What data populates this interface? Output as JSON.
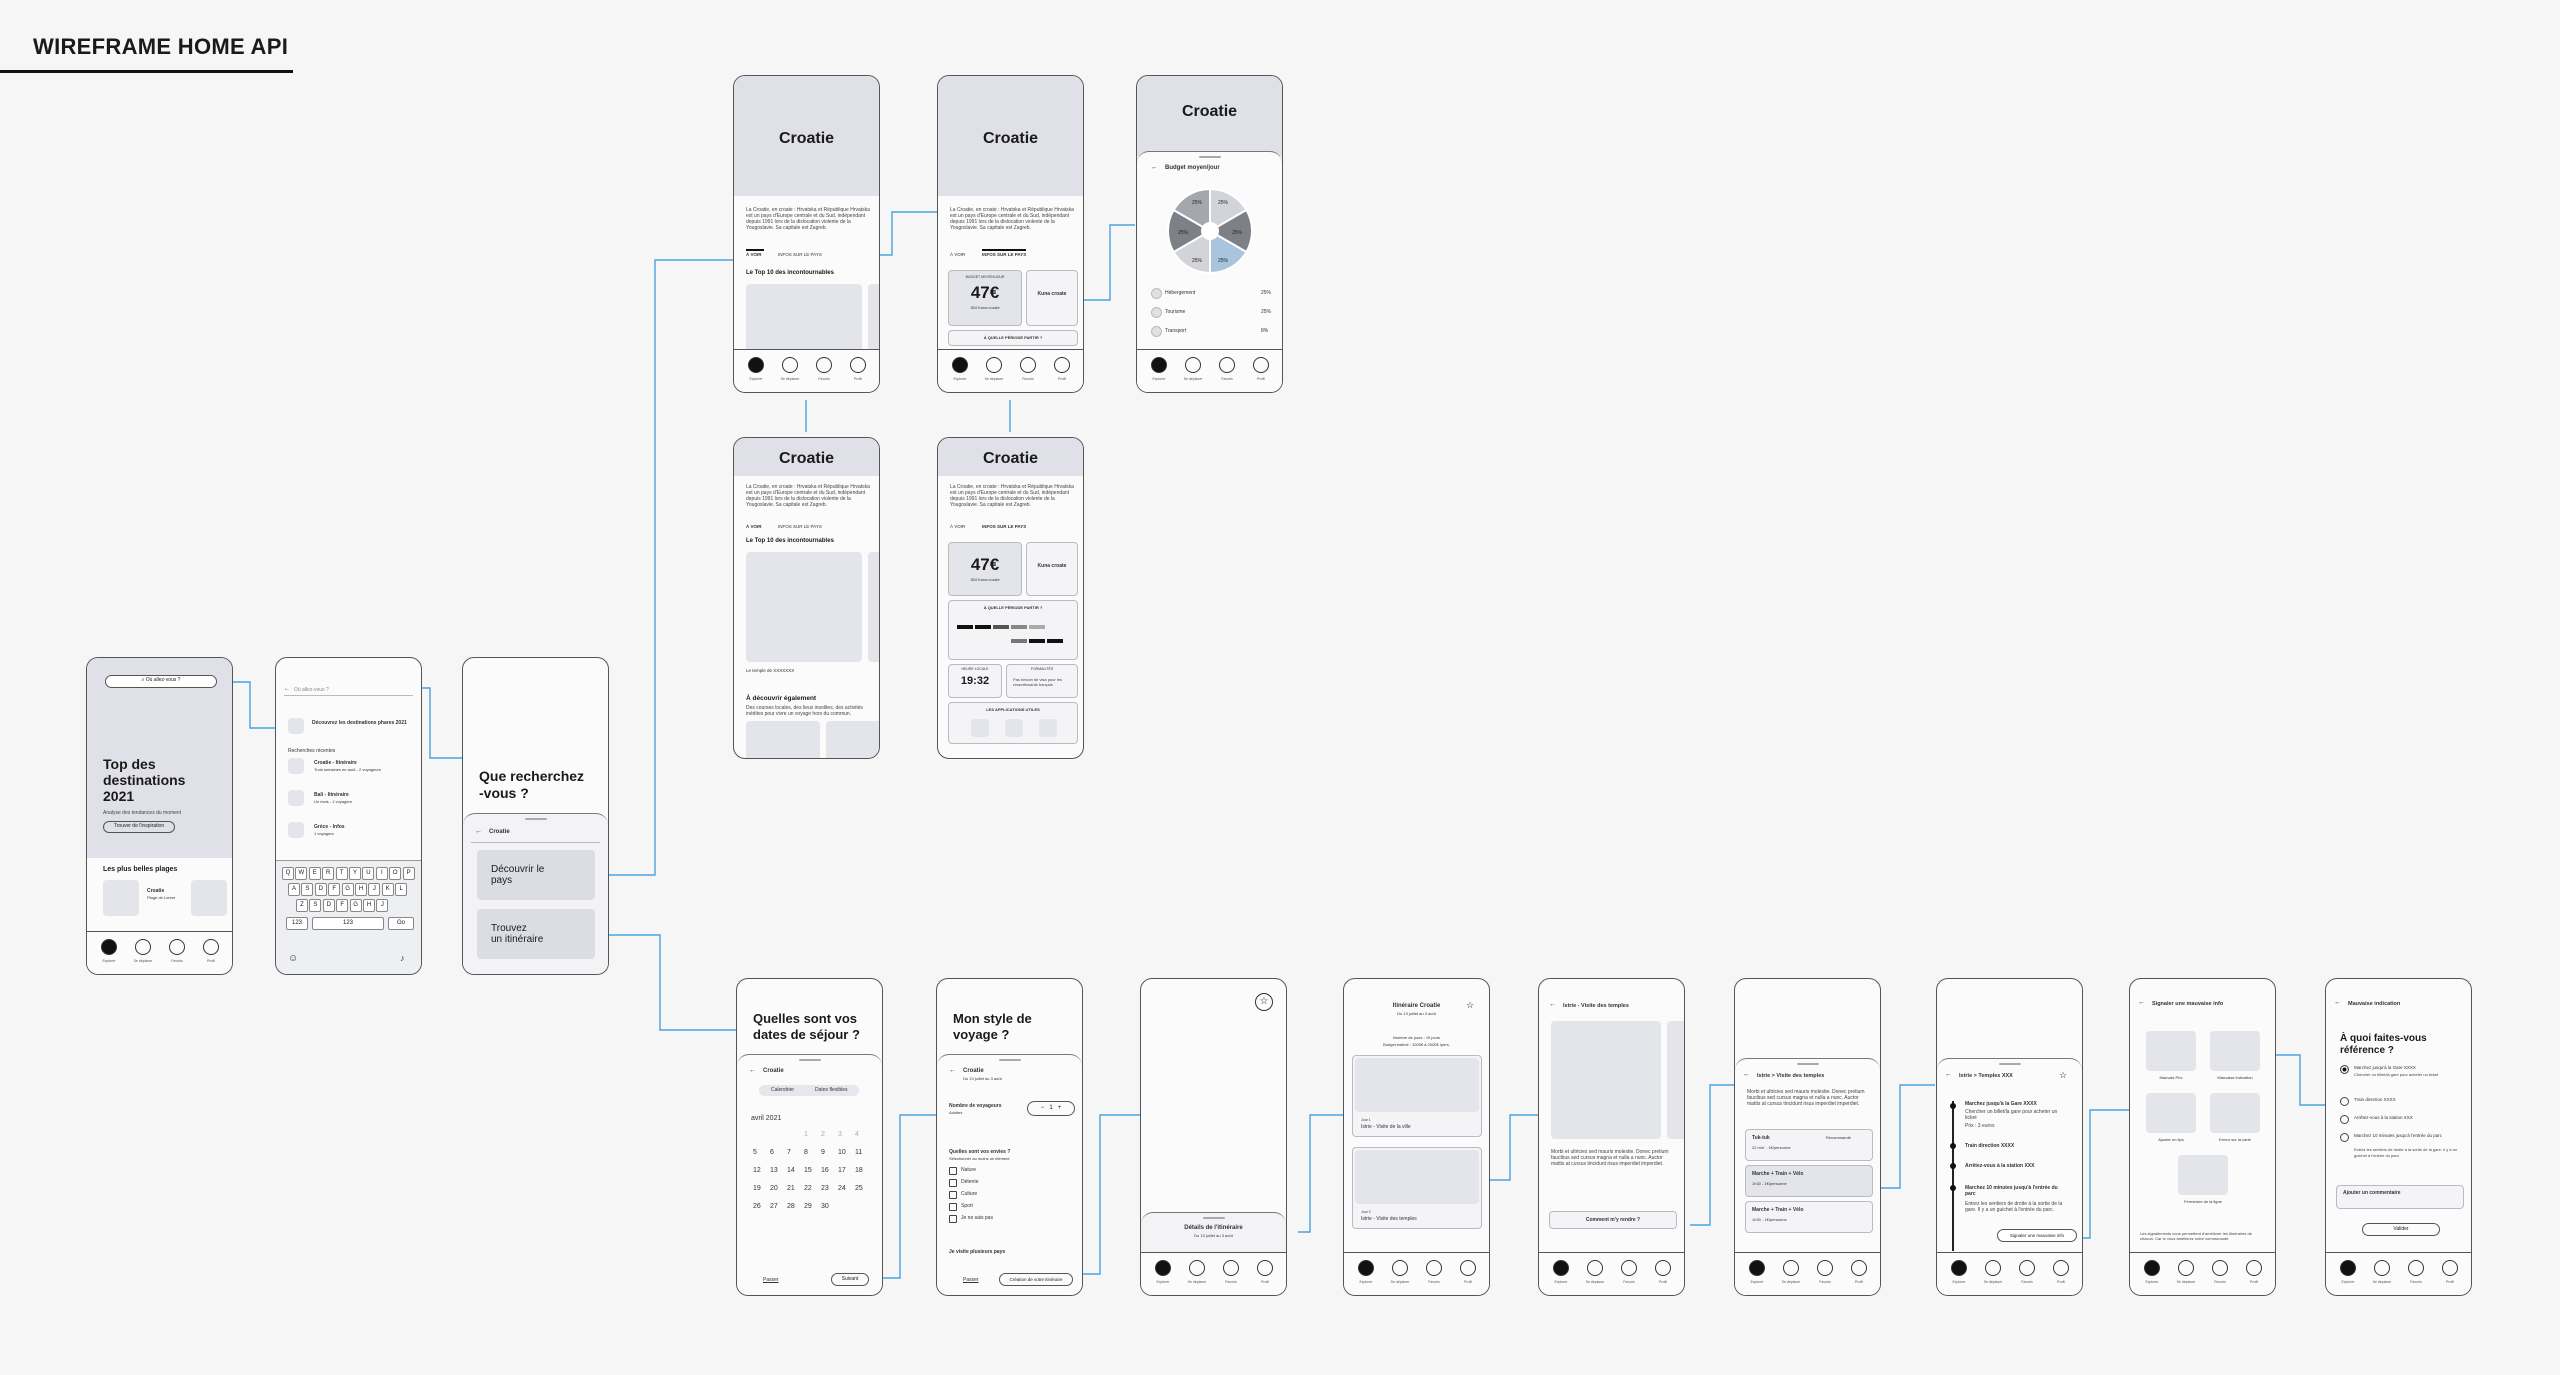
{
  "page": {
    "title": "WIREFRAME HOME API"
  },
  "screens": {
    "home": {
      "search": "Où allez-vous ?",
      "title_lines": [
        "Top des",
        "destinations",
        "2021"
      ],
      "subtitle": "Analyse des tendances du moment",
      "cta": "Trouver de l'inspiration",
      "section": "Les plus belles plages",
      "card_title": "Croatie",
      "card_sub": "Plage de Lorem"
    },
    "search": {
      "placeholder": "Où allez-vous ?",
      "top_item": "Découvrez les destinations phares 2021",
      "recent_label": "Recherches récentes",
      "recents": [
        {
          "title": "Croatie - Itinéraire",
          "sub": "Trois semaines en août - 2 voyageurs"
        },
        {
          "title": "Bali - Itinéraire",
          "sub": "Un mois - 1 voyageur"
        },
        {
          "title": "Grèce - Infos",
          "sub": "1 voyageur"
        }
      ],
      "kb_rows": [
        "QWERTYUIOP",
        "ASDFGHJKL",
        "ZSDFGHJ"
      ],
      "kb_bottom": [
        "123",
        "123",
        "Go"
      ]
    },
    "que": {
      "question": [
        "Que recherchez",
        "-vous ?"
      ],
      "back": "Croatie",
      "opt1": [
        "Découvrir le",
        "pays"
      ],
      "opt2": [
        "Trouvez",
        "un itinéraire"
      ]
    },
    "country_a": {
      "title": "Croatie",
      "lorem": "La Croatie, en croate : Hrvatska et République Hrvatska est un pays d'Europe centrale et du Sud, indépendant depuis 1991 lors de la dislocation violente de la Yougoslavie. Sa capitale est Zagreb.",
      "tab1": "À VOIR",
      "tab2": "INFOS SUR LE PAYS",
      "section": "Le Top 10 des incontournables"
    },
    "country_b": {
      "title": "Croatie",
      "budget_label": "BUDGET MOYEN/JOUR",
      "budget": "47€",
      "budget_sub": "354 Kuna croate",
      "kuna": "Kuna croate",
      "period": "À QUELLE PÉRIODE PARTIR ?",
      "number": "47"
    },
    "budget": {
      "title": "Croatie",
      "sheet_title": "Budget moyen/jour",
      "pie": [
        "25%",
        "25%",
        "25%",
        "25%",
        "25%",
        "25%"
      ],
      "legend": [
        {
          "label": "Hébergement",
          "pct": "25%"
        },
        {
          "label": "Tourisme",
          "pct": "25%"
        },
        {
          "label": "Transport",
          "pct": "8%"
        }
      ]
    },
    "country_c": {
      "title": "Croatie",
      "caption": "Le temple de XXXXXXX",
      "also": "À découvrir également",
      "also_sub": "Des courses locales, des lieux insolites, des activités inédites pour vivre un voyage hors du commun."
    },
    "country_d": {
      "title": "Croatie",
      "budget": "47€",
      "budget_sub": "354 Kuna croate",
      "kuna": "Kuna croate",
      "period": "À QUELLE PÉRIODE PARTIR ?",
      "time": "19:32",
      "time_label": "HEURE LOCALE",
      "visa_label": "FORMALITÉS",
      "visa": "Pas besoin de visa pour les ressortissants français",
      "apps": "LES APPLICATIONS UTILES"
    },
    "dates": {
      "question": [
        "Quelles sont vos",
        "dates de séjour ?"
      ],
      "back": "Croatie",
      "seg": [
        "Calendrier",
        "Dates flexibles"
      ],
      "month": "avril 2021",
      "days": [
        "1",
        "2",
        "3",
        "4",
        "5",
        "6",
        "7",
        "8",
        "9",
        "10",
        "11",
        "12",
        "13",
        "14",
        "15",
        "16",
        "17",
        "18",
        "19",
        "20",
        "21",
        "22",
        "23",
        "24",
        "25",
        "26",
        "27",
        "28",
        "29",
        "30"
      ],
      "skip": "Passer",
      "next": "Suivant"
    },
    "style": {
      "question": [
        "Mon style de",
        "voyage ?"
      ],
      "back": "Croatie",
      "back_sub": "Du 13 juillet au 3 août",
      "travelers": "Nombre de voyageurs",
      "travelers_sub": "Adultes",
      "count": "1",
      "interest": "Quelles sont vos envies ?",
      "interest_sub": "Sélectionner au moins un élément",
      "options": [
        "Nature",
        "Détente",
        "Culture",
        "Sport",
        "Je ne sais pas"
      ],
      "multi": "Je visite plusieurs pays",
      "skip": "Passer",
      "create": "Création de votre itinéraire"
    },
    "details": {
      "sheet": "Détails de l'itinéraire",
      "sheet_sub": "Du 13 juillet au 3 août"
    },
    "itin": {
      "title": "Itinéraire Croatie",
      "sub": "Du 13 juillet au 3 août",
      "meta1": "Nombre de jours : 19 jours",
      "meta2": "Budget estimé : 1000€ à 2000€ /pers.",
      "day1": "Jour 1",
      "day1_t": "Istrie - Visite de la ville",
      "day2": "Jour 2",
      "day2_t": "Istrie - Visite des temples"
    },
    "temple": {
      "title": "Istrie - Visite des temples",
      "lorem": "Morbi et ultricies sed mauris molestie. Donec pretium faucibus sed cursus magna et nulla a nunc. Auctor mattis at cursus tincidunt risus imperdiet imperdiet.",
      "btn": "Comment m'y rendre ?"
    },
    "route": {
      "title": "Istrie > Visite des temples",
      "lorem": "Morbi et ultricies sed mauris molestie. Donec pretium faucibus sed cursus magna et nulla a nunc. Auctor mattis at cursus tincidunt risus imperdiet imperdiet.",
      "r1": "Tuk-tuk",
      "r1_tag": "Recommandé",
      "r1_p": "22 min' - 1€/personne",
      "r2": "Marche + Train + Vélo",
      "r2_p": "1h30 - 1€/personne",
      "r3": "Marche + Train + Vélo",
      "r3_p": "1h30 - 1€/personne"
    },
    "steps": {
      "title": "Istrie > Temples XXX",
      "s1": "Marchez jusqu'à la Gare XXXX",
      "s1_sub": "Chercher un billet/la gare pour acheter un ticket",
      "s1_meta": "Prix : 3 euros",
      "s2": "Train direction XXXX",
      "s3": "Arrêtez-vous à la station XXX",
      "s4": "Marchez 10 minutes jusqu'à l'entrée du parc",
      "s4_sub": "Entrez les sentiers de droite à la sortie de la gare. Il y a un guichet à l'entrée du parc.",
      "btn": "Signaler une mauvaise info"
    },
    "report": {
      "title": "Signaler une mauvaise info",
      "items": [
        "Mauvais Prix",
        "Mauvaise indication",
        "Ajouter un tips",
        "Erreur sur la carte",
        "Fermeture de la ligne"
      ],
      "note": "Les signalements vous permettent d'améliorer les itinéraires de chacun. Car le vous améliorez notre communauté."
    },
    "wrong": {
      "title": "Mauvaise indication",
      "question": [
        "À quoi faites-vous",
        "référence ?"
      ],
      "opts": [
        {
          "t": "Marchez jusqu'à la Gare XXXX",
          "s": "Chercher un billet/la gare pour acheter un ticket"
        },
        {
          "t": "Train direction XXXX",
          "s": ""
        },
        {
          "t": "Arrêtez-vous à la station XXX",
          "s": ""
        },
        {
          "t": "Marchez 10 minutes jusqu'à l'entrée du parc",
          "s": "Entrez les sentiers de droite à la sortie de la gare. Il y a un guichet à l'entrée du parc."
        }
      ],
      "comment": "Ajouter un commentaire",
      "submit": "Valider"
    },
    "nav": [
      "Explorer",
      "Se déplacer",
      "Favoris",
      "Profil"
    ]
  }
}
